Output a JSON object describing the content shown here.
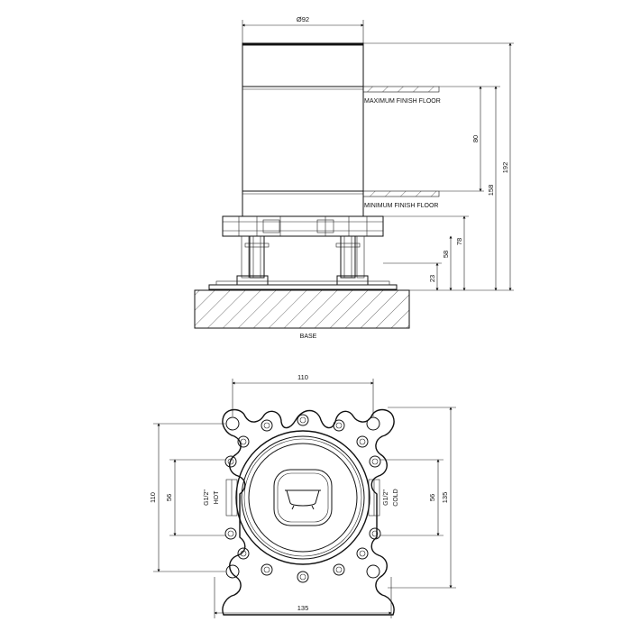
{
  "side_view": {
    "diameter_label": "Ø92",
    "max_floor_label": "MAXIMUM FINISH FLOOR",
    "min_floor_label": "MINIMUM FINISH FLOOR",
    "base_label": "BASE",
    "dims": {
      "d80": "80",
      "d158": "158",
      "d192": "192",
      "d78": "78",
      "d58": "58",
      "d23": "23"
    }
  },
  "plan_view": {
    "hot_label": "HOT",
    "hot_thread": "G1/2\"",
    "cold_label": "COLD",
    "cold_thread": "G1/2\"",
    "dims": {
      "top_110": "110",
      "left_110": "110",
      "left_56": "56",
      "right_56": "56",
      "right_135": "135",
      "bottom_135": "135"
    }
  },
  "colors": {
    "line": "#111111",
    "hatch": "#333333"
  }
}
